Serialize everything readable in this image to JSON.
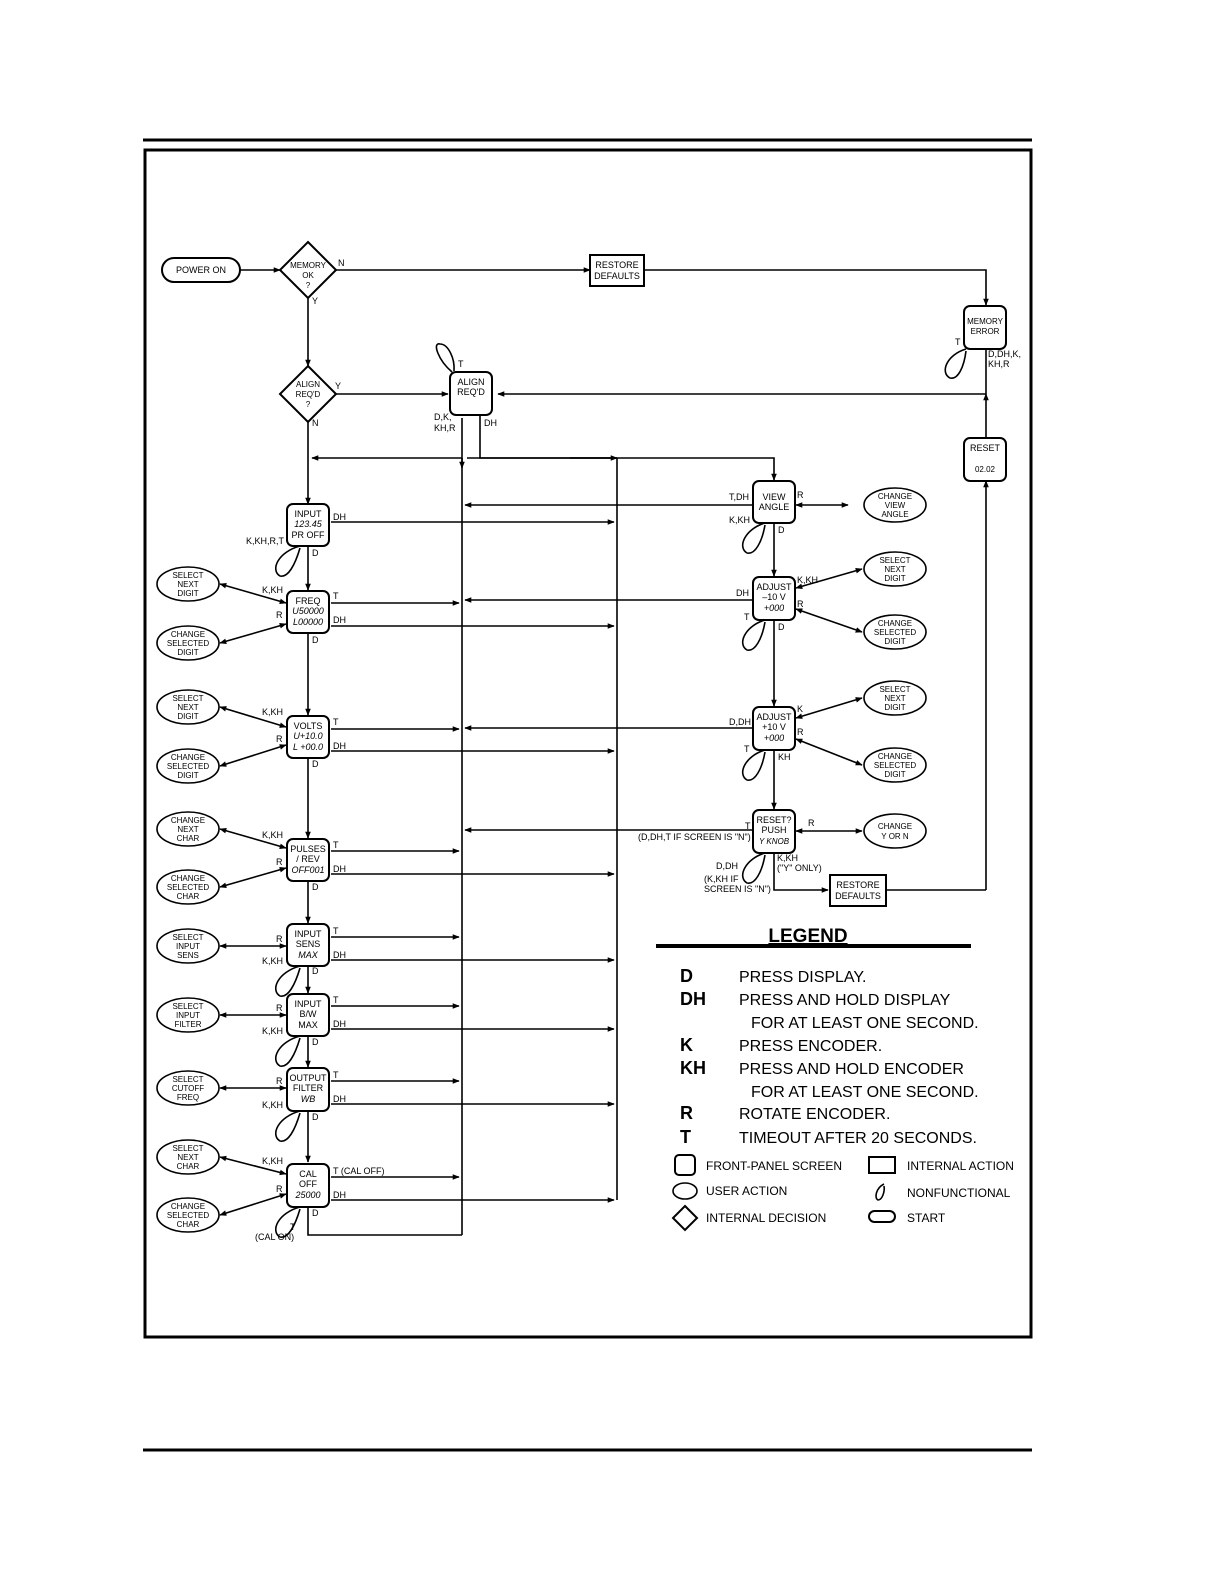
{
  "nodes": {
    "power_on": "POWER ON",
    "memory_ok": [
      "MEMORY",
      "OK",
      "?"
    ],
    "restore_defaults_top": [
      "RESTORE",
      "DEFAULTS"
    ],
    "memory_error": [
      "MEMORY",
      "ERROR"
    ],
    "align_decision": [
      "ALIGN",
      "REQ'D",
      "?"
    ],
    "align_screen": [
      "ALIGN",
      "REQ'D"
    ],
    "reset_screen": [
      "RESET",
      "02.02"
    ],
    "input_screen": [
      "INPUT",
      "123.45",
      "PR OFF"
    ],
    "freq_screen": [
      "FREQ",
      "U50000",
      "L00000"
    ],
    "volts_screen": [
      "VOLTS",
      "U+10.0",
      "L +00.0"
    ],
    "pulses_screen": [
      "PULSES",
      "/ REV",
      "OFF001"
    ],
    "input_sens_screen": [
      "INPUT",
      "SENS",
      "MAX"
    ],
    "input_bw_screen": [
      "INPUT",
      "B/W",
      "MAX"
    ],
    "output_filter_screen": [
      "OUTPUT",
      "FILTER",
      "WB"
    ],
    "cal_screen": [
      "CAL",
      "OFF",
      "25000"
    ],
    "view_angle_screen": [
      "VIEW",
      "ANGLE"
    ],
    "adjust_minus_screen": [
      "ADJUST",
      "–10 V",
      "+000"
    ],
    "adjust_plus_screen": [
      "ADJUST",
      "+10 V",
      "+000"
    ],
    "reset_push_screen": [
      "RESET?",
      "PUSH",
      "Y KNOB"
    ],
    "restore_defaults_bottom": [
      "RESTORE",
      "DEFAULTS"
    ],
    "change_view_angle": [
      "CHANGE",
      "VIEW",
      "ANGLE"
    ],
    "select_next_digit_r1": [
      "SELECT",
      "NEXT",
      "DIGIT"
    ],
    "change_selected_digit_r1": [
      "CHANGE",
      "SELECTED",
      "DIGIT"
    ],
    "select_next_digit_r2": [
      "SELECT",
      "NEXT",
      "DIGIT"
    ],
    "change_selected_digit_r2": [
      "CHANGE",
      "SELECTED",
      "DIGIT"
    ],
    "change_y_or_n": [
      "CHANGE",
      "Y OR N"
    ],
    "select_next_digit_l1": [
      "SELECT",
      "NEXT",
      "DIGIT"
    ],
    "change_selected_digit_l1": [
      "CHANGE",
      "SELECTED",
      "DIGIT"
    ],
    "select_next_digit_l2": [
      "SELECT",
      "NEXT",
      "DIGIT"
    ],
    "change_selected_digit_l2": [
      "CHANGE",
      "SELECTED",
      "DIGIT"
    ],
    "change_next_char_l": [
      "CHANGE",
      "NEXT",
      "CHAR"
    ],
    "change_selected_char_l": [
      "CHANGE",
      "SELECTED",
      "CHAR"
    ],
    "select_input_sens": [
      "SELECT",
      "INPUT",
      "SENS"
    ],
    "select_input_filter": [
      "SELECT",
      "INPUT",
      "FILTER"
    ],
    "select_cutoff_freq": [
      "SELECT",
      "CUTOFF",
      "FREQ"
    ],
    "select_next_char": [
      "SELECT",
      "NEXT",
      "CHAR"
    ],
    "change_selected_char_l2": [
      "CHANGE",
      "SELECTED",
      "CHAR"
    ]
  },
  "labels": {
    "n": "N",
    "y": "Y",
    "t": "T",
    "d": "D",
    "r": "R",
    "k": "K",
    "dh": "DH",
    "kh": "KH",
    "k_kh": "K,KH",
    "t_dh": "T,DH",
    "d_dh": "D,DH",
    "d_dh_k_kh_r": [
      "D,DH,K,",
      "KH,R"
    ],
    "d_k_kh_r": [
      "D,K,",
      "KH,R"
    ],
    "k_kh_r_t": "K,KH,R,T",
    "reset_timeout_note": "(D,DH,T IF SCREEN IS \"N\")",
    "reset_kkh_note": [
      "(K,KH IF",
      "SCREEN IS \"N\")"
    ],
    "y_only": [
      "K,KH",
      "(\"Y\" ONLY)"
    ],
    "t_cal_off": "T (CAL OFF)",
    "cal_on": "(CAL ON)"
  },
  "legend": {
    "title": "LEGEND",
    "entries": [
      {
        "key": "D",
        "text": "PRESS DISPLAY."
      },
      {
        "key": "DH",
        "text": "PRESS AND HOLD DISPLAY",
        "cont": "FOR AT LEAST ONE SECOND."
      },
      {
        "key": "K",
        "text": "PRESS ENCODER."
      },
      {
        "key": "KH",
        "text": "PRESS AND HOLD ENCODER",
        "cont": "FOR AT LEAST ONE SECOND."
      },
      {
        "key": "R",
        "text": "ROTATE ENCODER."
      },
      {
        "key": "T",
        "text": "TIMEOUT AFTER 20 SECONDS."
      }
    ],
    "symbols": {
      "front_panel": "FRONT-PANEL SCREEN",
      "internal_action": "INTERNAL ACTION",
      "user_action": "USER ACTION",
      "nonfunctional": "NONFUNCTIONAL",
      "internal_decision": "INTERNAL DECISION",
      "start": "START"
    }
  }
}
